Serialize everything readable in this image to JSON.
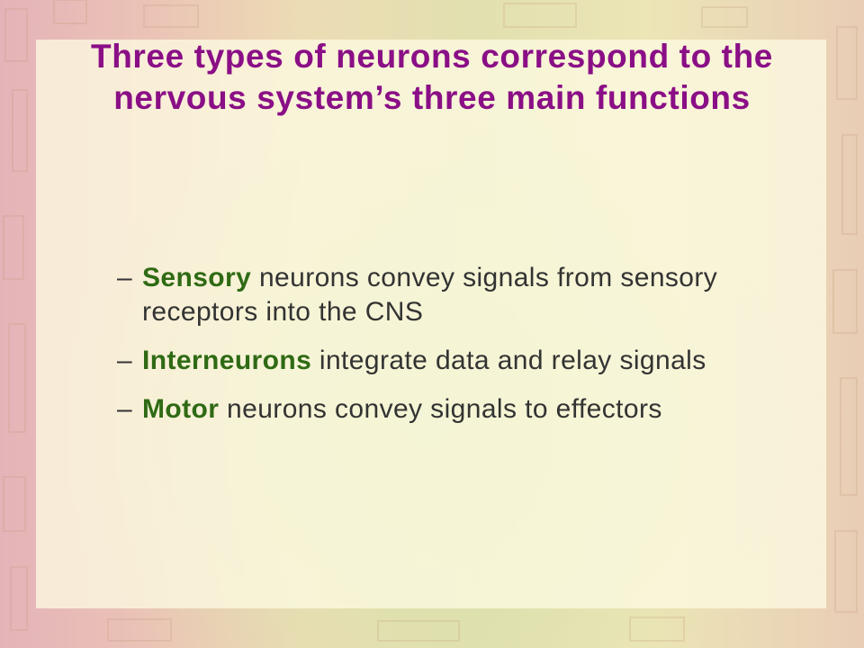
{
  "slide": {
    "title": "Three types of neurons correspond to the nervous system’s three main functions",
    "bullets": [
      {
        "marker": "–",
        "term": "Sensory",
        "rest": " neurons convey signals from sensory receptors into the CNS"
      },
      {
        "marker": "–",
        "term": "Interneurons",
        "rest": " integrate data and relay signals"
      },
      {
        "marker": "–",
        "term": "Motor",
        "rest": " neurons convey signals to effectors"
      }
    ]
  },
  "colors": {
    "title": "#8a0f86",
    "term": "#2f6a14",
    "body_text": "#333333"
  }
}
